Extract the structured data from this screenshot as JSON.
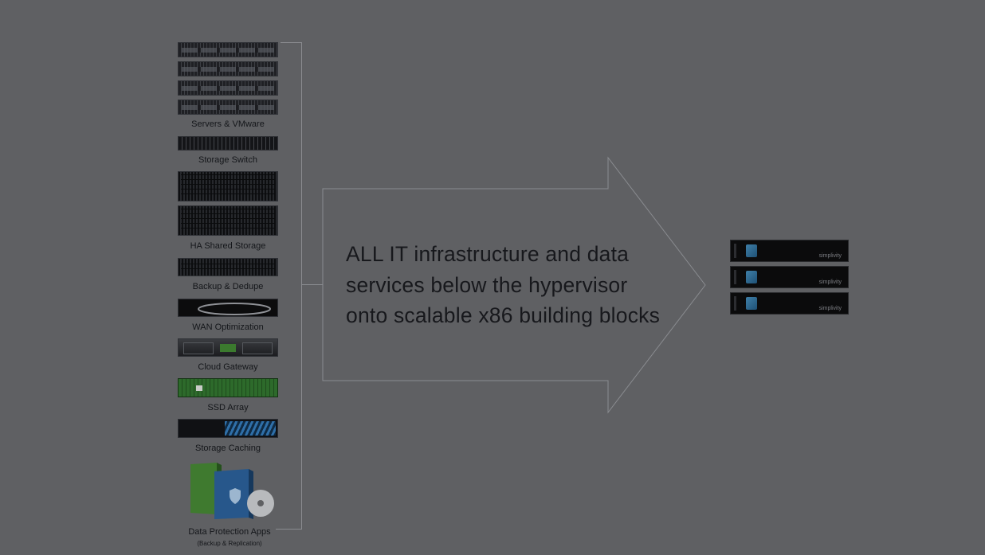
{
  "left_column": {
    "labels": {
      "servers": "Servers & VMware",
      "switch": "Storage Switch",
      "ha_storage": "HA Shared Storage",
      "backup": "Backup & Dedupe",
      "wan": "WAN Optimization",
      "cloud": "Cloud Gateway",
      "ssd": "SSD Array",
      "caching": "Storage Caching",
      "dp_apps": "Data Protection Apps",
      "dp_apps_sub": "(Backup & Replication)"
    }
  },
  "arrow": {
    "line1": "ALL IT infrastructure and data",
    "line2": "services below the hypervisor",
    "line3": "onto scalable x86 building blocks"
  },
  "nodes": {
    "brand": "simplivity"
  },
  "colors": {
    "background": "#5f6063",
    "text": "#17181c",
    "line": "#8a8c90",
    "ssd_green": "#2d6a2b",
    "cache_blue": "#2f6fa8"
  }
}
